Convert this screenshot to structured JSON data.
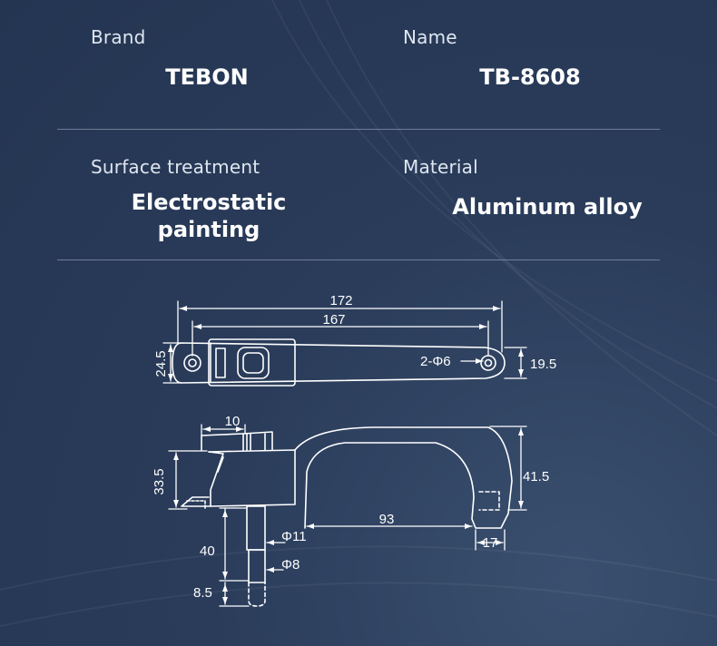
{
  "specs": {
    "brand": {
      "label": "Brand",
      "value": "TEBON"
    },
    "name": {
      "label": "Name",
      "value": "TB-8608"
    },
    "surface": {
      "label": "Surface treatment",
      "value_line1": "Electrostatic",
      "value_line2": "painting"
    },
    "material": {
      "label": "Material",
      "value": "Aluminum alloy"
    }
  },
  "dimensions": {
    "overall_length": "172",
    "hole_spacing": "167",
    "width_left": "24.5",
    "hole_callout": "2-Φ6",
    "width_right": "19.5",
    "top_tab": "10",
    "side_height": "33.5",
    "handle_height": "41.5",
    "grip_span": "93",
    "foot_width": "17",
    "shaft_dia": "Φ11",
    "shaft_length": "40",
    "pin_dia": "Φ8",
    "pin_length": "8.5"
  },
  "colors": {
    "background": "#2a3c5a",
    "line": "#ffffff",
    "divider": "#7f8ea6"
  }
}
